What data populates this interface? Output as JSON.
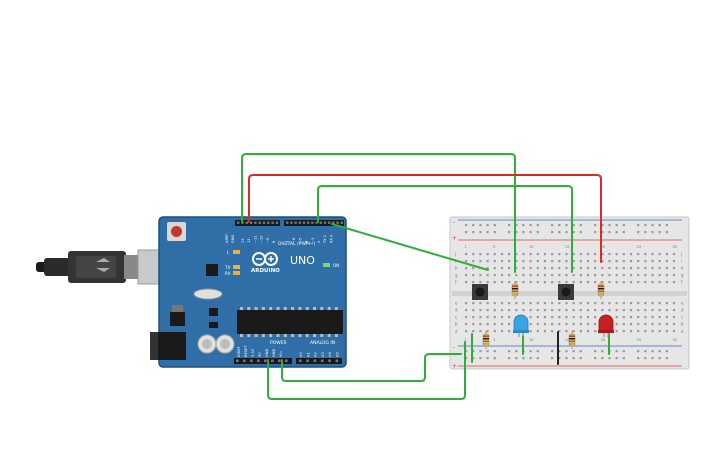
{
  "board": {
    "title": "UNO",
    "brand": "ARDUINO",
    "digital_label": "DIGITAL (PWM~)",
    "power_label": "POWER",
    "analog_label": "ANALOG IN",
    "on_label": "ON",
    "l_label": "L",
    "tx_label": "TX",
    "rx_label": "RX",
    "aref_label": "AREF",
    "gnd_label": "GND",
    "digital_pins": [
      "13",
      "12",
      "~11",
      "~10",
      "~9",
      "8",
      "7",
      "~6",
      "~5",
      "4",
      "~3",
      "2",
      "TX 1",
      "RX 0"
    ],
    "power_pins": [
      "IOREF",
      "RESET",
      "3.3V",
      "5V",
      "GND",
      "GND",
      "Vin"
    ],
    "analog_pins": [
      "A0",
      "A1",
      "A2",
      "A3",
      "A4",
      "A5"
    ]
  },
  "breadboard": {
    "rows_top": [
      "j",
      "i",
      "h",
      "g",
      "f"
    ],
    "rows_bottom": [
      "e",
      "d",
      "c",
      "b",
      "a"
    ],
    "columns": [
      "1",
      "5",
      "10",
      "15",
      "20",
      "25",
      "30"
    ],
    "rail_plus": "+",
    "rail_minus": "-"
  },
  "colors": {
    "board": "#2f6ea6",
    "board_edge": "#1f4f7d",
    "breadboard": "#e6e6e6",
    "wire_green": "#2fae3a",
    "wire_red": "#d42b2b",
    "wire_black": "#222222",
    "led_blue": "#3aa3e3",
    "led_red": "#c82020",
    "rail_red": "#d04040",
    "rail_blue": "#4060c0"
  }
}
